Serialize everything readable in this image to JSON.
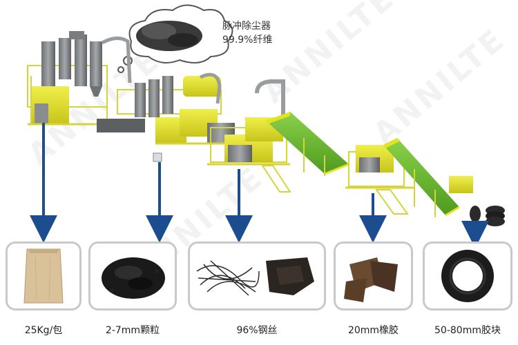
{
  "watermark": "ANNILTE",
  "cloud": {
    "line1": "脉冲除尘器",
    "line2": "99.9%纤维"
  },
  "products": [
    {
      "label": "25Kg/包"
    },
    {
      "label": "2-7mm颗粒"
    },
    {
      "label": "96%钢丝"
    },
    {
      "label": "20mm橡胶"
    },
    {
      "label": "50-80mm胶块"
    }
  ],
  "colors": {
    "machine_yellow": "#e3e21f",
    "machine_gray": "#8a8d8f",
    "conveyor_green": "#6fb82e",
    "arrow_blue": "#1c4d8f",
    "card_border": "#c9c9c9"
  }
}
